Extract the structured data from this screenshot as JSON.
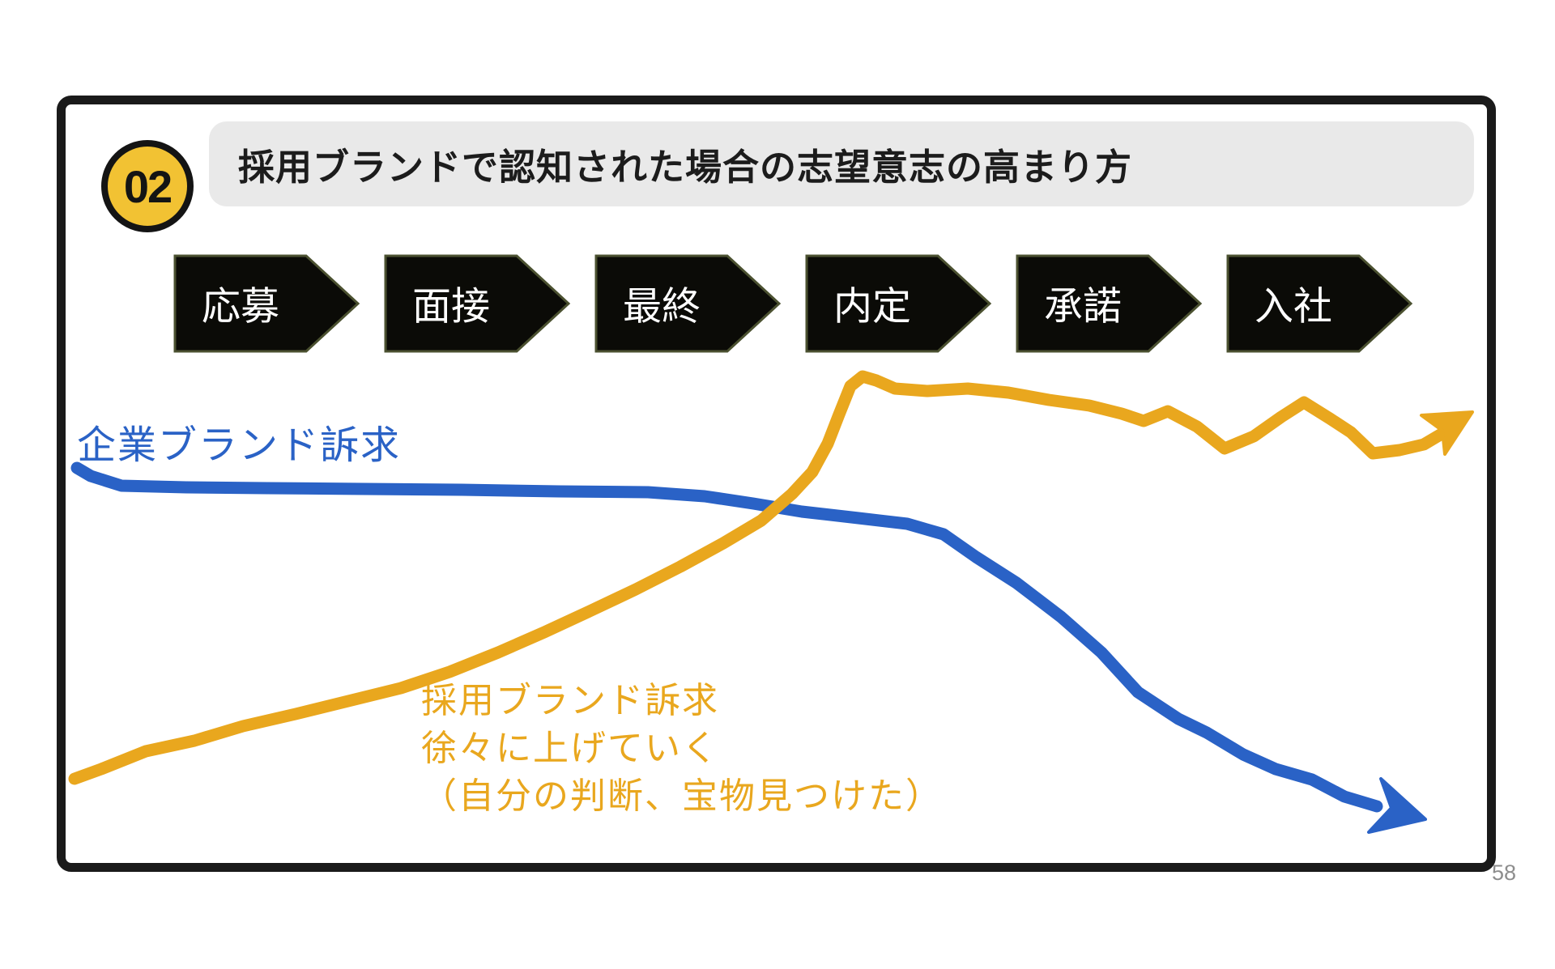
{
  "slide": {
    "badge_label": "02",
    "title": "採用ブランドで認知された場合の志望意志の高まり方",
    "page_number": "58",
    "steps": [
      {
        "label": "応募"
      },
      {
        "label": "面接"
      },
      {
        "label": "最終"
      },
      {
        "label": "内定"
      },
      {
        "label": "承諾"
      },
      {
        "label": "入社"
      }
    ],
    "annotations": {
      "blue_line_label": "企業ブランド訴求",
      "yellow_line_label_lines": [
        "採用ブランド訴求",
        "徐々に上げていく",
        "（自分の判断、宝物見つけた）"
      ]
    },
    "colors": {
      "badge_yellow": "#F2C233",
      "line_yellow": "#E9A71E",
      "line_blue": "#2A62C6",
      "title_bar_gray": "#E9E9E9",
      "step_fill": "#0B0B07",
      "step_border": "#4B5130",
      "frame_black": "#1A1A1A",
      "page_number_gray": "#8D8D8D"
    },
    "curves": [
      {
        "name": "blue-curve-corporate-brand-appeal",
        "color_key": "line_blue",
        "stroke_width": 15,
        "points": [
          [
            95,
            578
          ],
          [
            112,
            588
          ],
          [
            150,
            600
          ],
          [
            230,
            602
          ],
          [
            330,
            603
          ],
          [
            450,
            604
          ],
          [
            570,
            605
          ],
          [
            690,
            607
          ],
          [
            800,
            608
          ],
          [
            870,
            613
          ],
          [
            930,
            622
          ],
          [
            990,
            632
          ],
          [
            1060,
            640
          ],
          [
            1120,
            647
          ],
          [
            1165,
            660
          ],
          [
            1205,
            688
          ],
          [
            1255,
            720
          ],
          [
            1310,
            762
          ],
          [
            1360,
            806
          ],
          [
            1405,
            855
          ],
          [
            1455,
            888
          ],
          [
            1490,
            905
          ],
          [
            1535,
            932
          ],
          [
            1575,
            950
          ],
          [
            1620,
            963
          ],
          [
            1660,
            984
          ],
          [
            1700,
            996
          ]
        ],
        "arrowhead": [
          [
            1760,
            1012
          ],
          [
            1705,
            962
          ],
          [
            1718,
            998
          ],
          [
            1690,
            1028
          ]
        ]
      },
      {
        "name": "yellow-curve-recruiting-brand-appeal",
        "color_key": "line_yellow",
        "stroke_width": 15,
        "points": [
          [
            92,
            962
          ],
          [
            125,
            950
          ],
          [
            180,
            928
          ],
          [
            240,
            915
          ],
          [
            300,
            897
          ],
          [
            365,
            882
          ],
          [
            430,
            866
          ],
          [
            495,
            850
          ],
          [
            555,
            830
          ],
          [
            615,
            806
          ],
          [
            672,
            781
          ],
          [
            728,
            755
          ],
          [
            785,
            728
          ],
          [
            840,
            700
          ],
          [
            893,
            671
          ],
          [
            940,
            643
          ],
          [
            978,
            610
          ],
          [
            1003,
            583
          ],
          [
            1022,
            548
          ],
          [
            1036,
            512
          ],
          [
            1050,
            477
          ],
          [
            1065,
            465
          ],
          [
            1082,
            470
          ],
          [
            1105,
            480
          ],
          [
            1145,
            483
          ],
          [
            1195,
            480
          ],
          [
            1245,
            485
          ],
          [
            1295,
            494
          ],
          [
            1345,
            501
          ],
          [
            1385,
            511
          ],
          [
            1412,
            520
          ],
          [
            1442,
            508
          ],
          [
            1478,
            527
          ],
          [
            1512,
            554
          ],
          [
            1548,
            539
          ],
          [
            1582,
            515
          ],
          [
            1610,
            497
          ],
          [
            1642,
            517
          ],
          [
            1668,
            534
          ],
          [
            1695,
            560
          ],
          [
            1728,
            556
          ],
          [
            1758,
            549
          ],
          [
            1785,
            533
          ]
        ],
        "arrowhead": [
          [
            1818,
            509
          ],
          [
            1784,
            561
          ],
          [
            1781,
            532
          ],
          [
            1755,
            513
          ]
        ]
      }
    ]
  }
}
